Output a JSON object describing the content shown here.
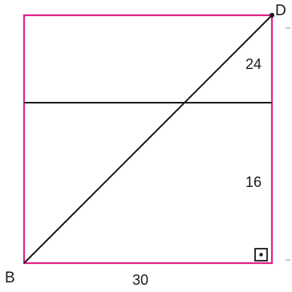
{
  "figure": {
    "vertices": {
      "bottom_left": "B",
      "top_right": "D"
    },
    "segments": {
      "upper_right_side": "24",
      "lower_right_side": "16",
      "bottom_side": "30"
    },
    "right_angle_marker": "right-angle-marker",
    "colors": {
      "square_outline": "#e0218a",
      "lines": "#1a1a1a"
    }
  }
}
